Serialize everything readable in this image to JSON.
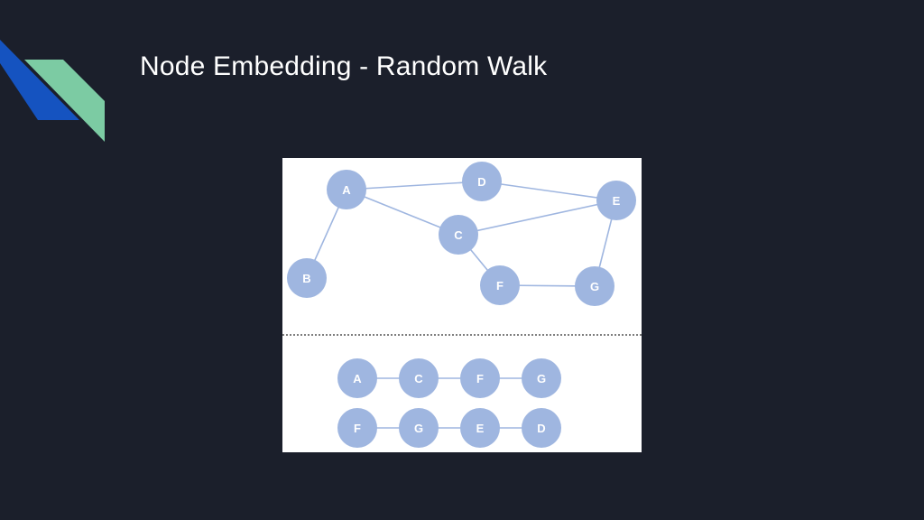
{
  "slide": {
    "title": "Node Embedding - Random Walk"
  },
  "colors": {
    "background": "#1b1f2b",
    "accent_blue": "#1553c0",
    "accent_green": "#7ccba3",
    "node_fill": "#9fb6e0",
    "edge_stroke": "#9fb6e0",
    "divider": "#333333"
  },
  "diagram": {
    "graph": {
      "nodes": [
        "A",
        "B",
        "C",
        "D",
        "E",
        "F",
        "G"
      ],
      "edges": [
        [
          "A",
          "D"
        ],
        [
          "D",
          "E"
        ],
        [
          "A",
          "C"
        ],
        [
          "C",
          "E"
        ],
        [
          "A",
          "B"
        ],
        [
          "C",
          "F"
        ],
        [
          "F",
          "G"
        ],
        [
          "G",
          "E"
        ]
      ]
    },
    "walks": [
      [
        "A",
        "C",
        "F",
        "G"
      ],
      [
        "F",
        "G",
        "E",
        "D"
      ]
    ]
  }
}
